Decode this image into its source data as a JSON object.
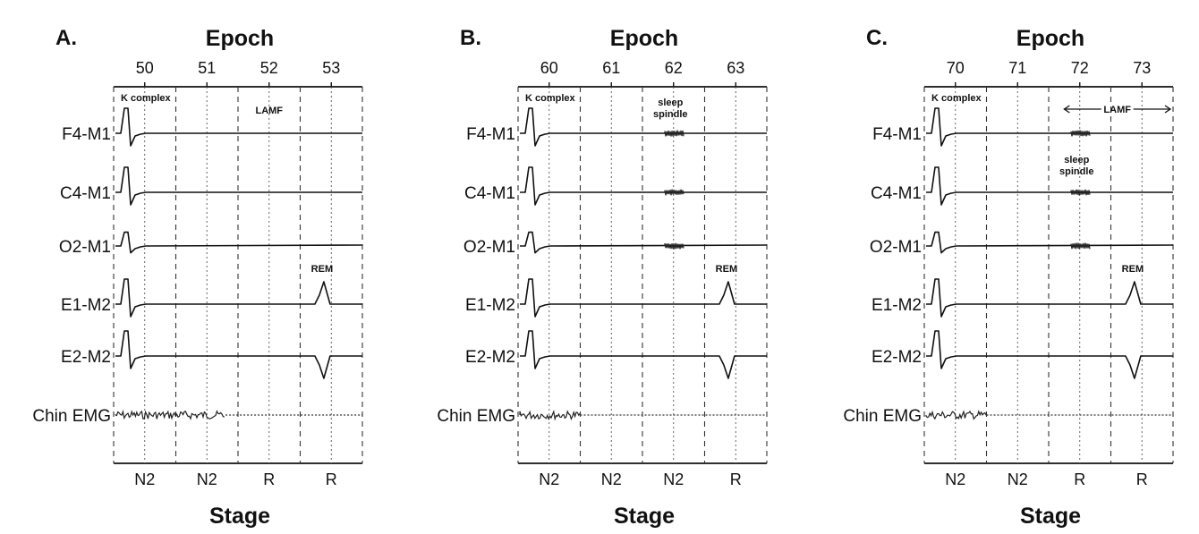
{
  "epoch_label": "Epoch",
  "stage_label": "Stage",
  "channels": [
    "F4-M1",
    "C4-M1",
    "O2-M1",
    "E1-M2",
    "E2-M2",
    "Chin EMG"
  ],
  "annotations": {
    "k_complex": "K complex",
    "lamf": "LAMF",
    "sleep": "sleep",
    "spindle": "spindle",
    "rem": "REM"
  },
  "panels": [
    {
      "letter": "A.",
      "epochs": [
        "50",
        "51",
        "52",
        "53"
      ],
      "stages": [
        "N2",
        "N2",
        "R",
        "R"
      ],
      "spindle_epoch": null,
      "spindle_channels": [],
      "lamf_epoch": 2,
      "lamf_arrow": false,
      "emg_active_until": 1.8,
      "rem_epoch": 3
    },
    {
      "letter": "B.",
      "epochs": [
        "60",
        "61",
        "62",
        "63"
      ],
      "stages": [
        "N2",
        "N2",
        "N2",
        "R"
      ],
      "spindle_epoch": 2,
      "spindle_channels": [
        0,
        1,
        2
      ],
      "spindle_label_row": 0,
      "lamf_epoch": null,
      "lamf_arrow": false,
      "emg_active_until": 1.0,
      "rem_epoch": 3
    },
    {
      "letter": "C.",
      "epochs": [
        "70",
        "71",
        "72",
        "73"
      ],
      "stages": [
        "N2",
        "N2",
        "R",
        "R"
      ],
      "spindle_epoch": 2,
      "spindle_channels": [
        0,
        1,
        2
      ],
      "spindle_label_row": 1,
      "lamf_epoch": 2,
      "lamf_arrow": true,
      "emg_active_until": 1.0,
      "rem_epoch": 3
    }
  ]
}
